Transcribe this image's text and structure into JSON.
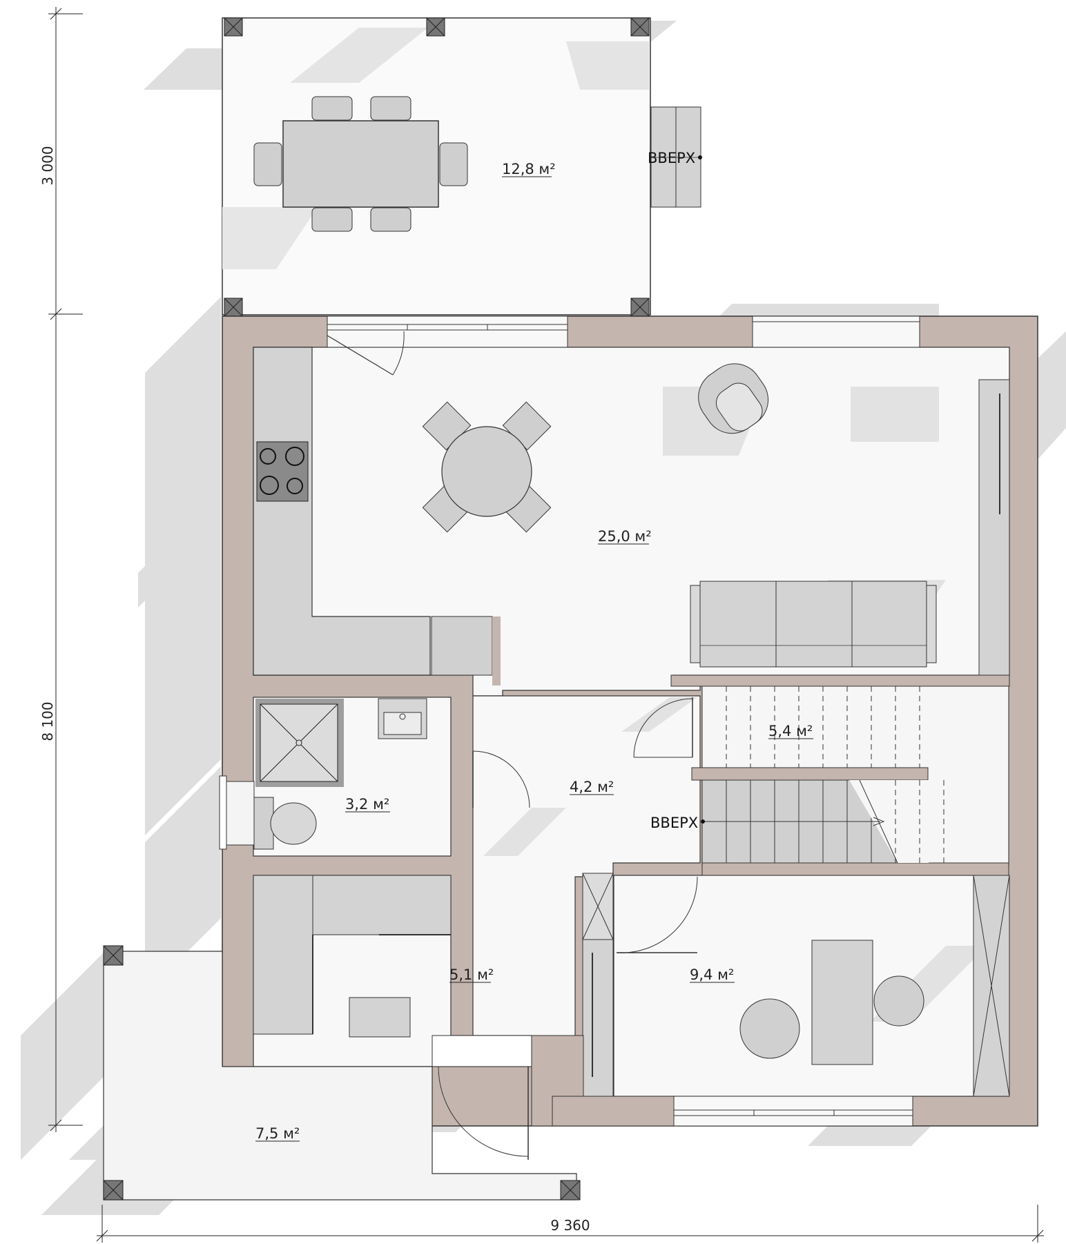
{
  "plan": {
    "rooms": [
      {
        "id": "terrace-top",
        "area": "12,8 м²"
      },
      {
        "id": "living-kitchen",
        "area": "25,0 м²"
      },
      {
        "id": "stair",
        "area": "5,4 м²"
      },
      {
        "id": "hall",
        "area": "4,2 м²"
      },
      {
        "id": "bathroom",
        "area": "3,2 м²"
      },
      {
        "id": "boiler",
        "area": "5,1 м²"
      },
      {
        "id": "bedroom",
        "area": "9,4 м²"
      },
      {
        "id": "porch",
        "area": "7,5 м²"
      }
    ],
    "stair_labels": [
      "ВВЕРХ",
      "ВВЕРХ"
    ],
    "dimensions": {
      "height_upper": "3 000",
      "height_main": "8 100",
      "width": "9 360"
    },
    "colors": {
      "wall": "#c4b5ae",
      "floor": "#f7f7f7",
      "shadow": "#dcdcdc",
      "furniture": "#d3d3d3",
      "furniture_dark": "#8c8c8c",
      "line": "#333333"
    }
  }
}
